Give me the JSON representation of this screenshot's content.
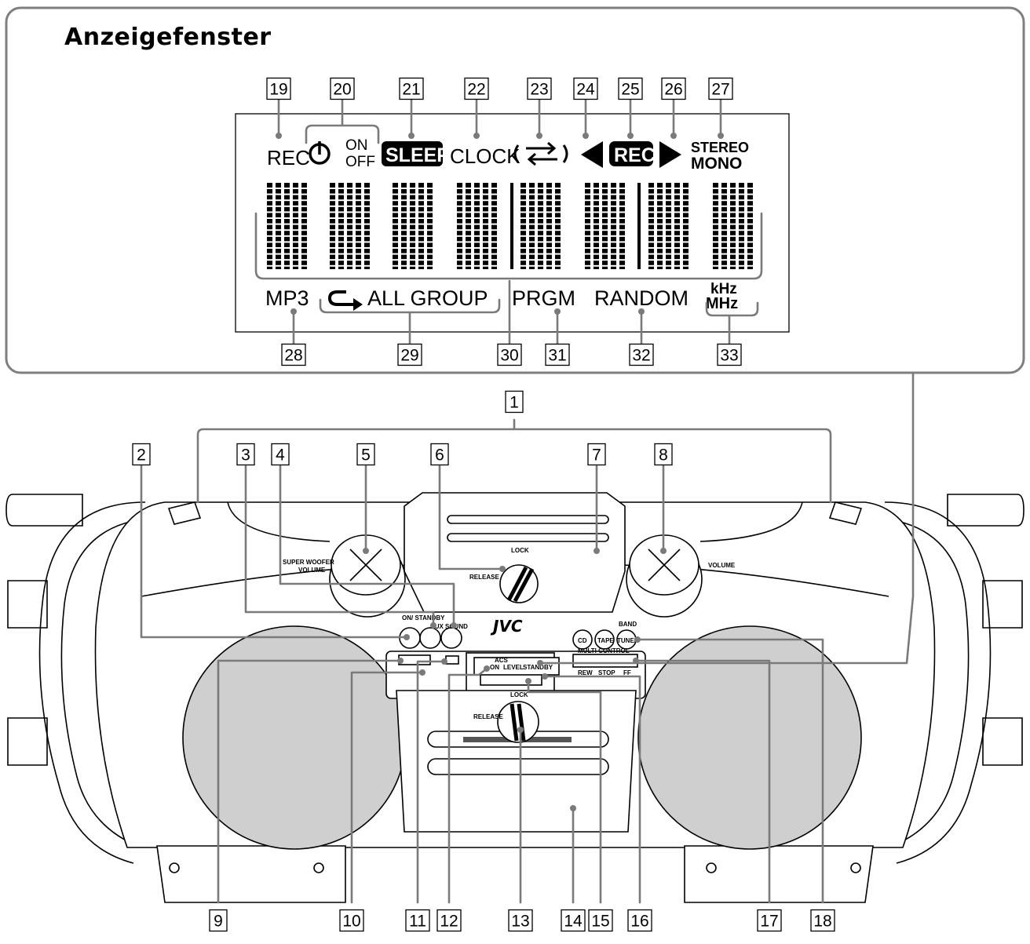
{
  "heading": "Anzeigefenster",
  "display_indicators": {
    "rec": "REC",
    "on": "ON",
    "off": "OFF",
    "sleep": "SLEEP",
    "clock": "CLOCK",
    "rec_inverse": "REC",
    "stereo": "STEREO",
    "mono": "MONO",
    "mp3": "MP3",
    "all_group": "ALL GROUP",
    "prgm": "PRGM",
    "random": "RANDOM",
    "khz": "kHz",
    "mhz": "MHz"
  },
  "unit_labels": {
    "super_woofer": "SUPER WOOFER",
    "volume_left": "VOLUME",
    "volume_right": "VOLUME",
    "lock_top": "LOCK",
    "release_top": "RELEASE",
    "brand": "JVC",
    "on_standby": "ON/ STANDBY",
    "aux": "AUX",
    "sound": "SOUND",
    "cd_btn": "CD",
    "tape_btn": "TAPE",
    "tuner_btn": "TUNER",
    "band": "BAND",
    "multi_control": "MULTI CONTROL",
    "rew": "REW",
    "stop": "STOP",
    "ff": "FF",
    "acs": "ACS",
    "acs_on": "ON",
    "acs_level": "LEVEL",
    "standby": "STANDBY",
    "lock_bottom": "LOCK",
    "release_bottom": "RELEASE"
  },
  "callouts": [
    "1",
    "2",
    "3",
    "4",
    "5",
    "6",
    "7",
    "8",
    "9",
    "10",
    "11",
    "12",
    "13",
    "14",
    "15",
    "16",
    "17",
    "18",
    "19",
    "20",
    "21",
    "22",
    "23",
    "24",
    "25",
    "26",
    "27",
    "28",
    "29",
    "30",
    "31",
    "32",
    "33"
  ],
  "colors": {
    "leader": "#7a7a7a",
    "speaker": "#cfcfcf",
    "frame": "#7f7f7f"
  }
}
